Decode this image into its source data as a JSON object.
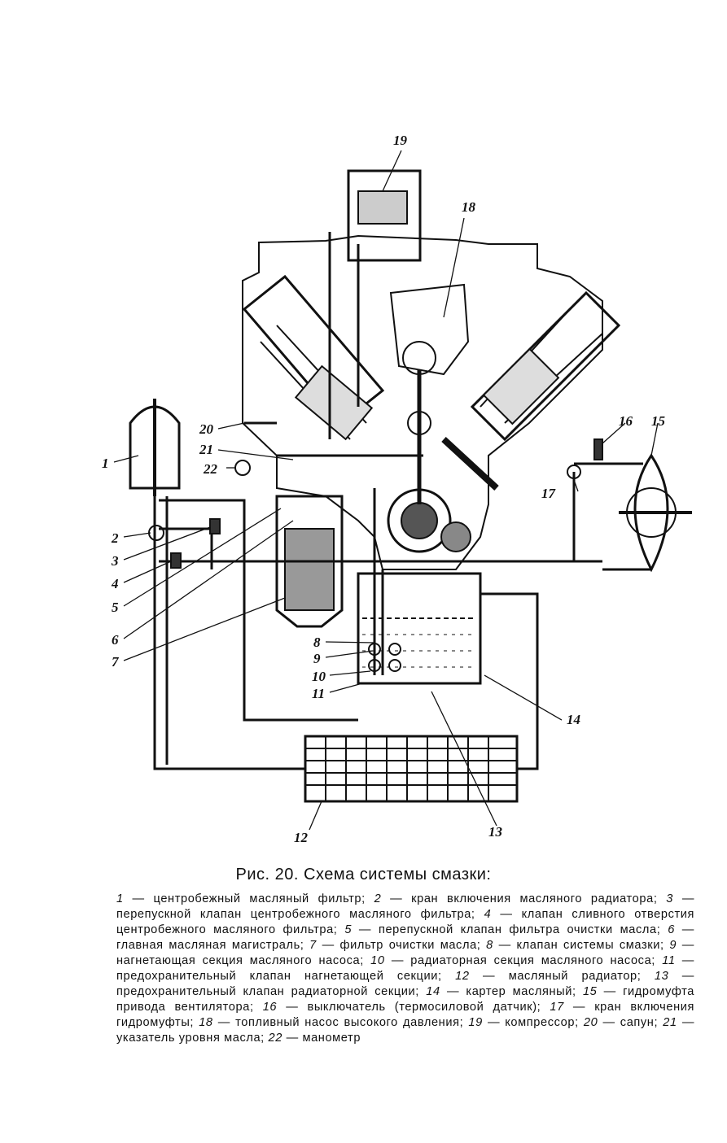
{
  "callouts": [
    "1",
    "2",
    "3",
    "4",
    "5",
    "6",
    "7",
    "8",
    "9",
    "10",
    "11",
    "12",
    "13",
    "14",
    "15",
    "16",
    "17",
    "18",
    "19",
    "20",
    "21",
    "22"
  ],
  "caption": {
    "title": "Рис. 20. Схема системы смазки:",
    "items": [
      {
        "num": "1",
        "text": "центробежный масляный фильтр;"
      },
      {
        "num": "2",
        "text": "кран включения масляного радиатора;"
      },
      {
        "num": "3",
        "text": "перепускной клапан центробежного масляного фильтра;"
      },
      {
        "num": "4",
        "text": "клапан сливного отверстия центробежного масляного фильтра;"
      },
      {
        "num": "5",
        "text": "перепускной клапан фильтра очистки масла;"
      },
      {
        "num": "6",
        "text": "главная масляная магистраль;"
      },
      {
        "num": "7",
        "text": "фильтр очистки масла;"
      },
      {
        "num": "8",
        "text": "клапан системы смазки;"
      },
      {
        "num": "9",
        "text": "нагнетающая секция масляного насоса;"
      },
      {
        "num": "10",
        "text": "радиаторная секция масляного насоса;"
      },
      {
        "num": "11",
        "text": "предохранительный клапан нагнетающей секции;"
      },
      {
        "num": "12",
        "text": "масляный радиатор;"
      },
      {
        "num": "13",
        "text": "предохранительный клапан радиаторной секции;"
      },
      {
        "num": "14",
        "text": "картер масляный;"
      },
      {
        "num": "15",
        "text": "гидромуфта привода вентилятора;"
      },
      {
        "num": "16",
        "text": "выключатель (термосиловой датчик);"
      },
      {
        "num": "17",
        "text": "кран включения гидромуфты;"
      },
      {
        "num": "18",
        "text": "топливный насос высокого давления;"
      },
      {
        "num": "19",
        "text": "компрессор;"
      },
      {
        "num": "20",
        "text": "сапун;"
      },
      {
        "num": "21",
        "text": "указатель уровня масла;"
      },
      {
        "num": "22",
        "text": "манометр"
      }
    ]
  }
}
